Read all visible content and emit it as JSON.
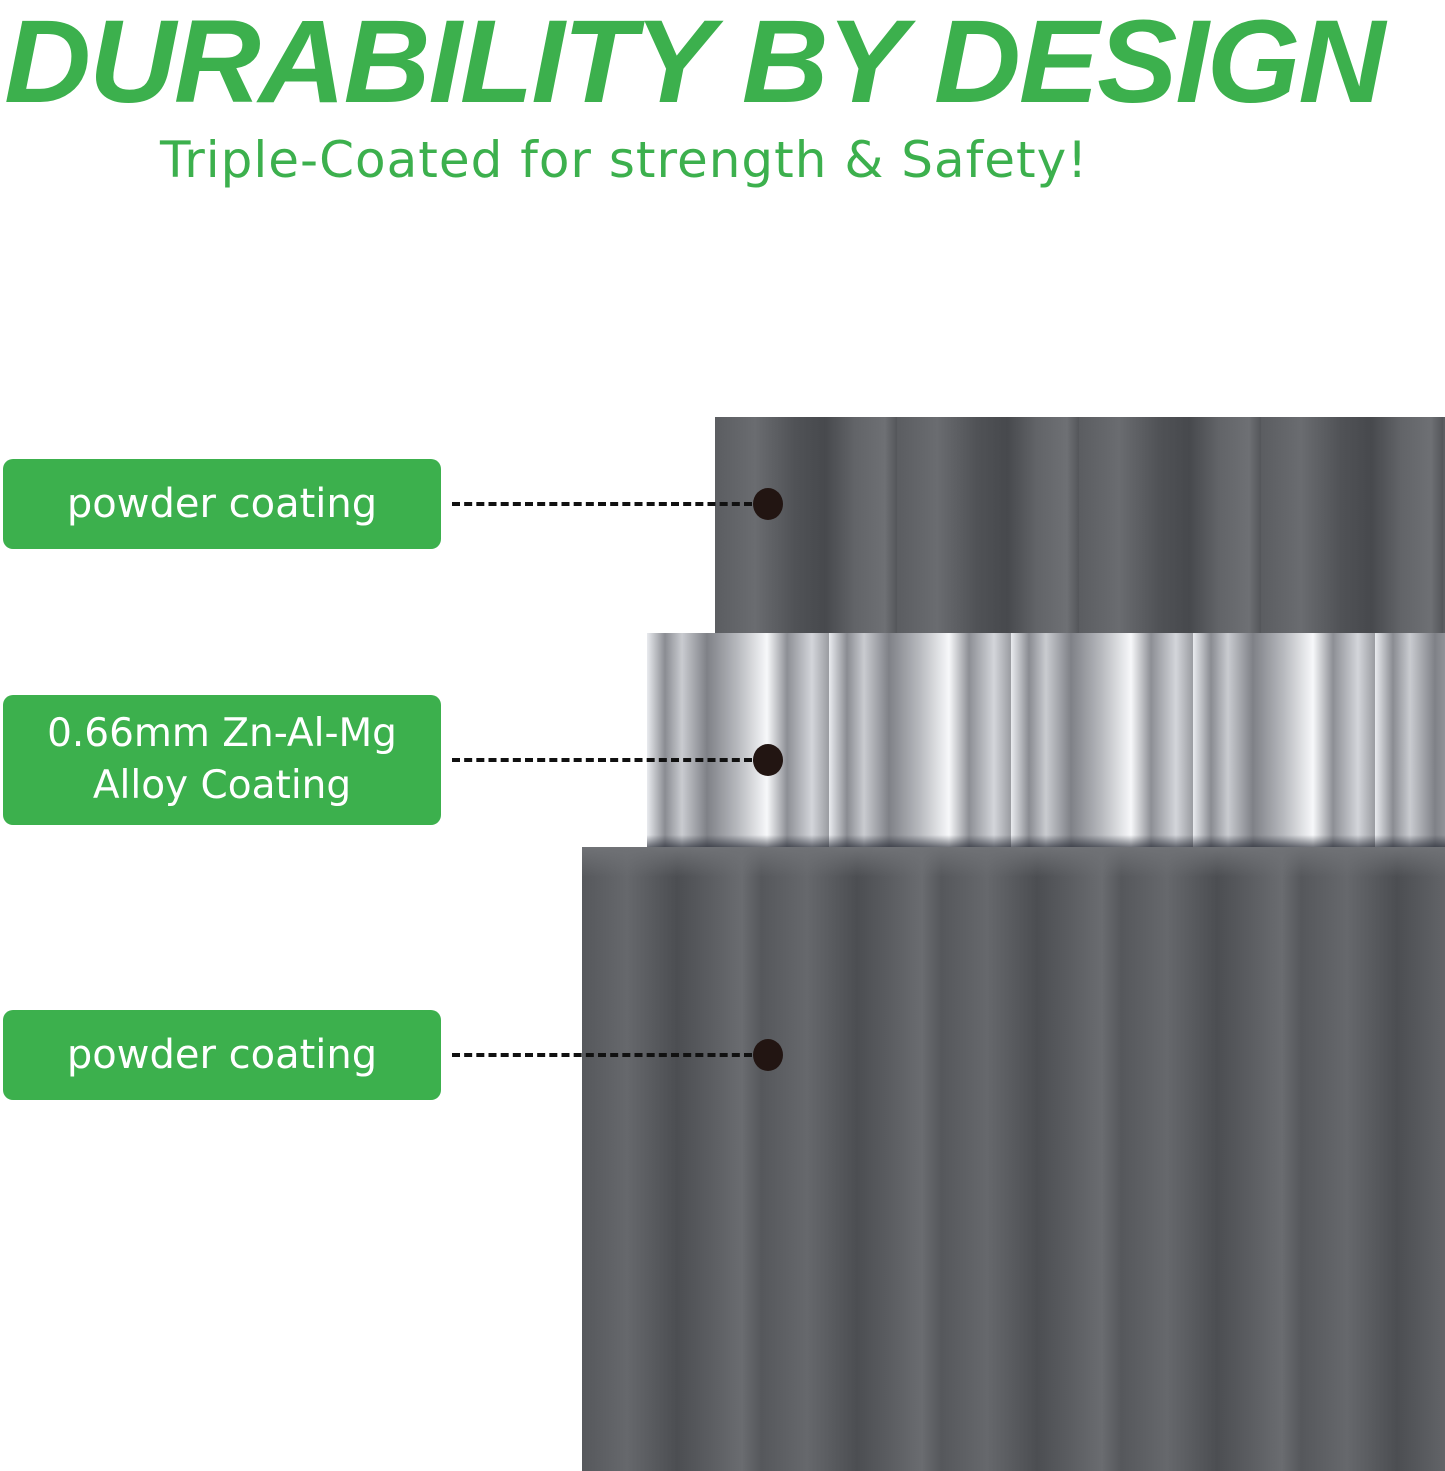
{
  "header": {
    "title": "DURABILITY BY DESIGN",
    "subtitle": "Triple-Coated for strength & Safety!"
  },
  "layers": [
    {
      "label": "powder coating",
      "position": "top"
    },
    {
      "label_line1": "0.66mm Zn-Al-Mg",
      "label_line2": "Alloy Coating",
      "position": "middle"
    },
    {
      "label": "powder coating",
      "position": "bottom"
    }
  ],
  "colors": {
    "accent_green": "#3cb04d",
    "panel_grey": "#5b5d61",
    "alloy_silver": "#c9cbd0",
    "dot": "#221512"
  }
}
